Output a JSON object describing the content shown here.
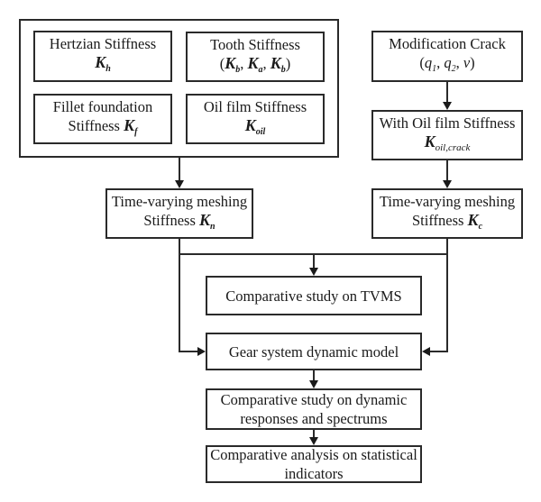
{
  "diagram": {
    "stiffness_group": {
      "hertzian": {
        "line1": "Hertzian Stiffness",
        "symbol": "K",
        "sub": "h"
      },
      "tooth": {
        "line1": "Tooth Stiffness",
        "open": "(",
        "k1": "K",
        "k1sub": "b",
        "k2": "K",
        "k2sub": "a",
        "k3": "K",
        "k3sub": "b",
        "close": ")",
        "sep": ", "
      },
      "fillet": {
        "line1": "Fillet foundation",
        "line2": "Stiffness ",
        "symbol": "K",
        "sub": "f"
      },
      "oil": {
        "line1": "Oil film Stiffness",
        "symbol": "K",
        "sub": "oil"
      }
    },
    "modification_crack": {
      "line1": "Modification Crack",
      "open": "(",
      "q1": "q",
      "q1sub": "1",
      "q2": "q",
      "q2sub": "2",
      "nu": "ν",
      "close": ")",
      "sep": ", "
    },
    "oil_crack": {
      "line1": "With Oil film Stiffness",
      "symbol": "K",
      "sub": "oil,crack"
    },
    "tvms_normal": {
      "line1": "Time-varying meshing",
      "line2": "Stiffness ",
      "symbol": "K",
      "sub": "n"
    },
    "tvms_crack": {
      "line1": "Time-varying meshing",
      "line2": "Stiffness ",
      "symbol": "K",
      "sub": "c"
    },
    "compare_tvms": {
      "label": "Comparative study on TVMS"
    },
    "dynamic_model": {
      "label": "Gear system dynamic model"
    },
    "compare_dynamic": {
      "line1": "Comparative study on dynamic",
      "line2": "responses and spectrums"
    },
    "compare_stats": {
      "line1": "Comparative analysis on statistical",
      "line2": "indicators"
    }
  }
}
